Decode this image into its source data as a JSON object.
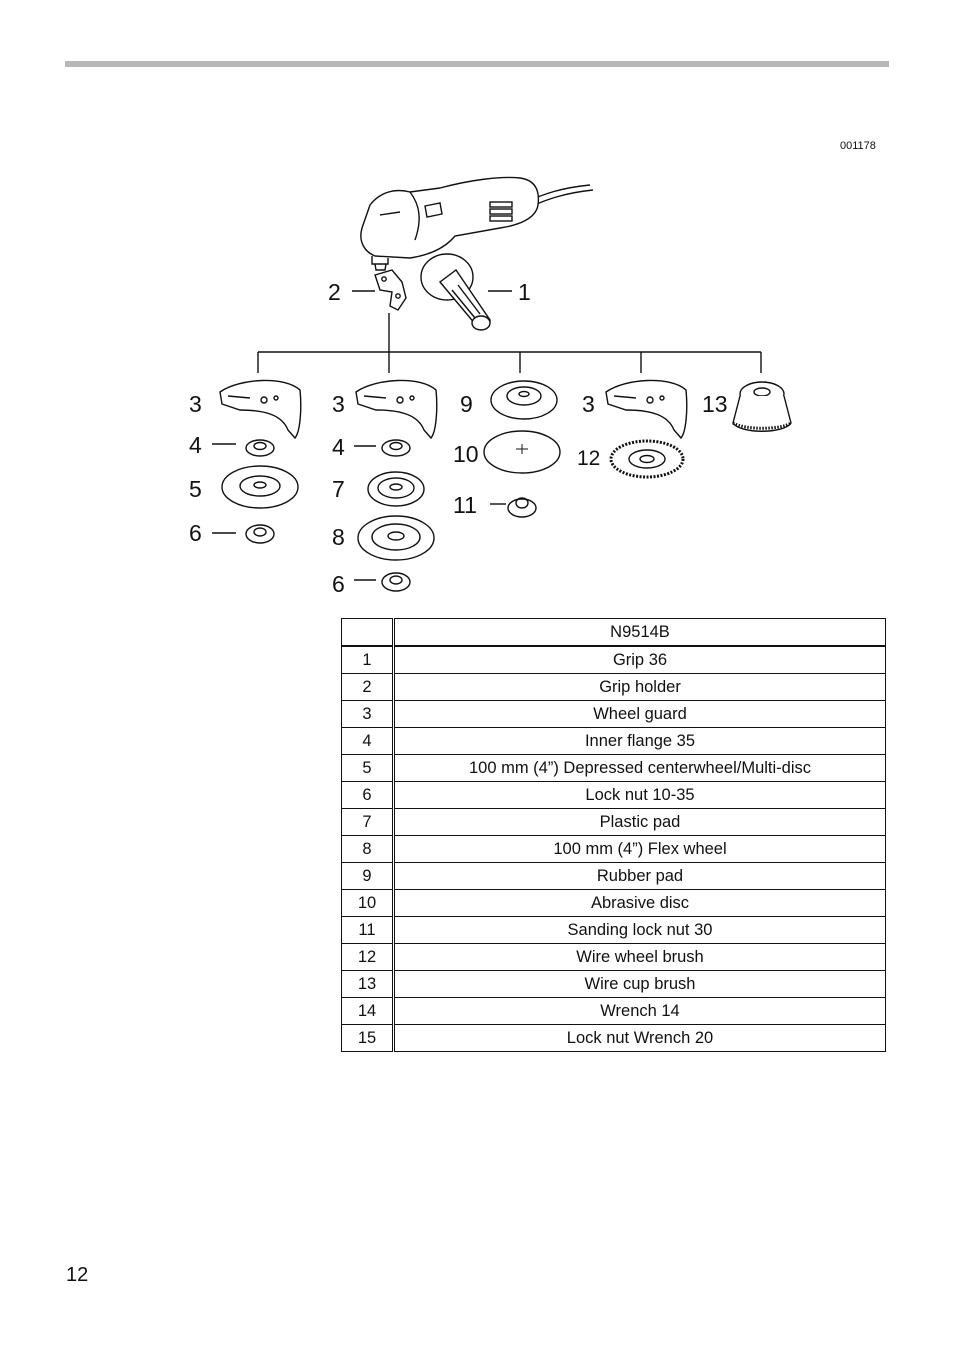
{
  "figure_code": "001178",
  "page_number": "12",
  "callouts": {
    "c1": "1",
    "c2": "2",
    "c3a": "3",
    "c4a": "4",
    "c5": "5",
    "c6a": "6",
    "c3b": "3",
    "c4b": "4",
    "c7": "7",
    "c8": "8",
    "c6b": "6",
    "c9": "9",
    "c10": "10",
    "c11": "11",
    "c3c": "3",
    "c12": "12",
    "c13": "13"
  },
  "table": {
    "header": {
      "num": "",
      "model": "N9514B"
    },
    "rows": [
      {
        "num": "1",
        "item": "Grip 36"
      },
      {
        "num": "2",
        "item": "Grip holder"
      },
      {
        "num": "3",
        "item": "Wheel guard"
      },
      {
        "num": "4",
        "item": "Inner flange 35"
      },
      {
        "num": "5",
        "item": "100 mm (4”) Depressed centerwheel/Multi-disc"
      },
      {
        "num": "6",
        "item": "Lock nut 10-35"
      },
      {
        "num": "7",
        "item": "Plastic pad"
      },
      {
        "num": "8",
        "item": "100 mm (4”) Flex wheel"
      },
      {
        "num": "9",
        "item": "Rubber pad"
      },
      {
        "num": "10",
        "item": "Abrasive disc"
      },
      {
        "num": "11",
        "item": "Sanding lock nut 30"
      },
      {
        "num": "12",
        "item": "Wire wheel brush"
      },
      {
        "num": "13",
        "item": "Wire cup brush"
      },
      {
        "num": "14",
        "item": "Wrench 14"
      },
      {
        "num": "15",
        "item": "Lock nut Wrench 20"
      }
    ]
  }
}
